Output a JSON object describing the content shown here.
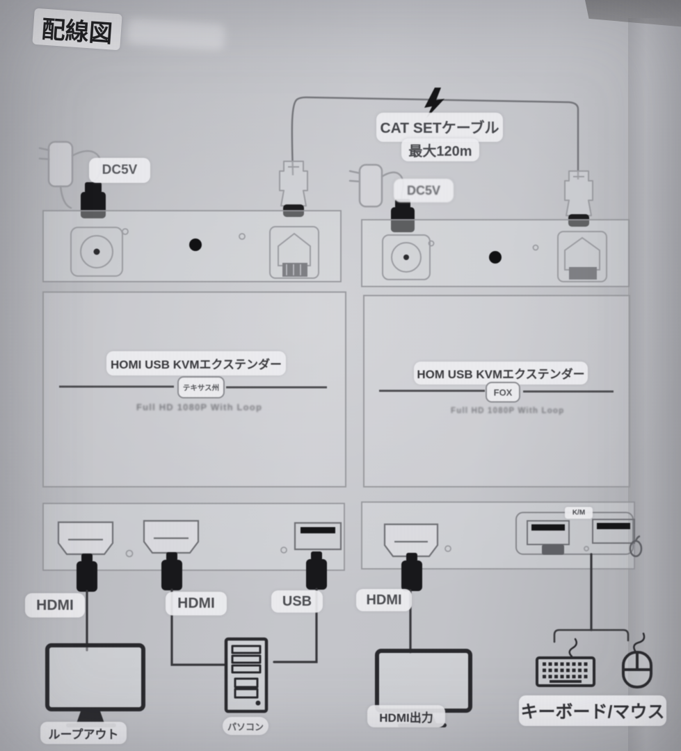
{
  "title": "配線図",
  "cat_cable": {
    "name": "CAT SETケーブル",
    "max_length": "最大120m"
  },
  "transmitter": {
    "power": "DC5V",
    "name": "HOMI USB KVMエクステンダー",
    "badge": "テキサス州",
    "model_text": "Full HD 1080P With Loop",
    "port_labels": {
      "hdmi_loop": "HDMI",
      "hdmi_in": "HDMI",
      "usb": "USB"
    }
  },
  "receiver": {
    "power": "DC5V",
    "name": "HOM USB KVMエクステンダー",
    "badge": "FOX",
    "model_text": "Full HD 1080P With Loop",
    "port_labels": {
      "hdmi_out": "HDMI",
      "km": "K/M"
    }
  },
  "peripherals": {
    "loop_monitor": "ループアウト",
    "computer": "パソコン",
    "display": "HDMI出力",
    "keyboard_mouse": "キーボード/マウス"
  },
  "colors": {
    "paper": "#c0c1c6",
    "ink": "#26262a",
    "outline": "#97989d",
    "label_bg": "#ececef",
    "label_text": "#46474c"
  }
}
